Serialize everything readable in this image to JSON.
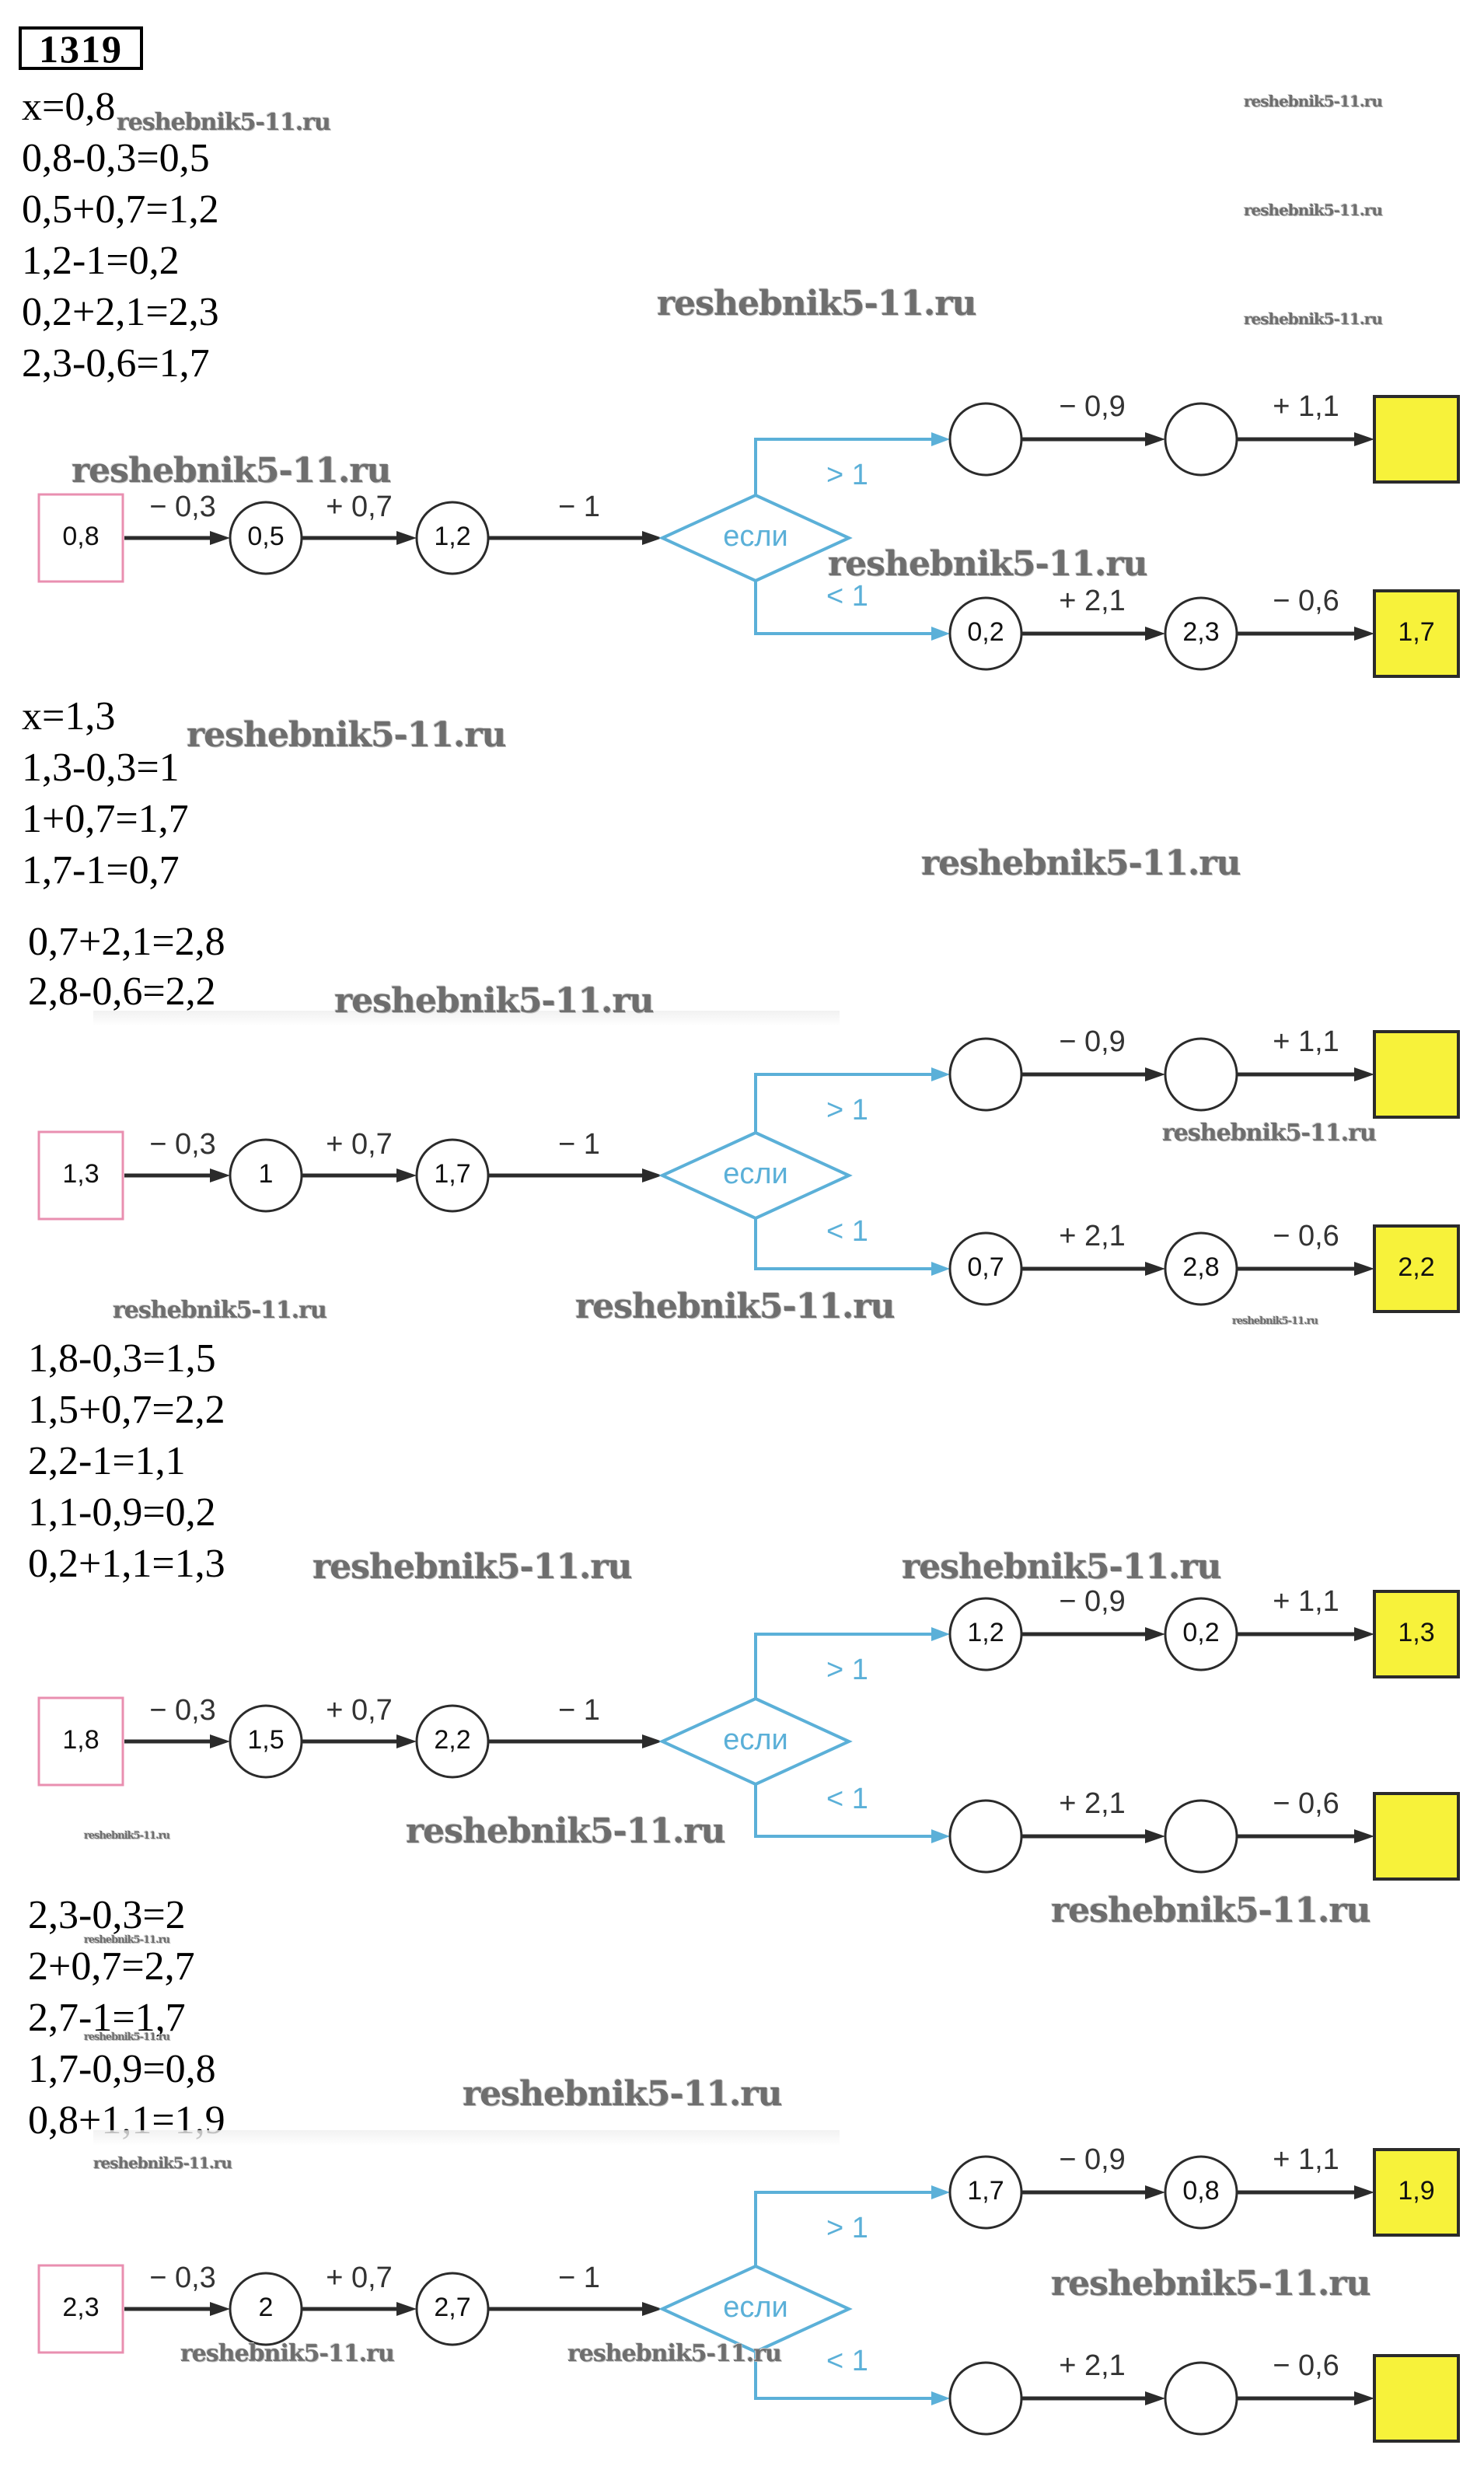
{
  "task_number": "1319",
  "watermark": "reshebnik5-11.ru",
  "colors": {
    "result_fill": "#f7f23a",
    "input_border": "#e98fb0",
    "branch_blue": "#5bb0d8",
    "text": "#000000"
  },
  "sections": [
    {
      "equations": [
        "x=0,8",
        "0,8-0,3=0,5",
        "0,5+0,7=1,2",
        "1,2-1=0,2",
        "0,2+2,1=2,3",
        "2,3-0,6=1,7"
      ],
      "diagram": {
        "input": "0,8",
        "ops_main": [
          "− 0,3",
          "+ 0,7",
          "− 1"
        ],
        "main_nodes": [
          "0,5",
          "1,2"
        ],
        "decision_label": "если",
        "upper_condition": "> 1",
        "lower_condition": "< 1",
        "upper_ops": [
          "− 0,9",
          "+ 1,1"
        ],
        "upper_nodes": [
          "",
          ""
        ],
        "upper_result": "",
        "lower_ops": [
          "+ 2,1",
          "− 0,6"
        ],
        "lower_nodes": [
          "0,2",
          "2,3"
        ],
        "lower_result": "1,7"
      }
    },
    {
      "equations": [
        "x=1,3",
        "1,3-0,3=1",
        "1+0,7=1,7",
        "1,7-1=0,7",
        "0,7+2,1=2,8",
        "2,8-0,6=2,2"
      ],
      "diagram": {
        "input": "1,3",
        "ops_main": [
          "− 0,3",
          "+ 0,7",
          "− 1"
        ],
        "main_nodes": [
          "1",
          "1,7"
        ],
        "decision_label": "если",
        "upper_condition": "> 1",
        "lower_condition": "< 1",
        "upper_ops": [
          "− 0,9",
          "+ 1,1"
        ],
        "upper_nodes": [
          "",
          ""
        ],
        "upper_result": "",
        "lower_ops": [
          "+ 2,1",
          "− 0,6"
        ],
        "lower_nodes": [
          "0,7",
          "2,8"
        ],
        "lower_result": "2,2"
      }
    },
    {
      "equations": [
        "1,8-0,3=1,5",
        "1,5+0,7=2,2",
        "2,2-1=1,1",
        "1,1-0,9=0,2",
        "0,2+1,1=1,3"
      ],
      "diagram": {
        "input": "1,8",
        "ops_main": [
          "− 0,3",
          "+ 0,7",
          "− 1"
        ],
        "main_nodes": [
          "1,5",
          "2,2"
        ],
        "decision_label": "если",
        "upper_condition": "> 1",
        "lower_condition": "< 1",
        "upper_ops": [
          "− 0,9",
          "+ 1,1"
        ],
        "upper_nodes": [
          "1,2",
          "0,2"
        ],
        "upper_result": "1,3",
        "lower_ops": [
          "+ 2,1",
          "− 0,6"
        ],
        "lower_nodes": [
          "",
          ""
        ],
        "lower_result": ""
      }
    },
    {
      "equations": [
        "2,3-0,3=2",
        "2+0,7=2,7",
        "2,7-1=1,7",
        "1,7-0,9=0,8",
        "0,8+1,1=1,9"
      ],
      "diagram": {
        "input": "2,3",
        "ops_main": [
          "− 0,3",
          "+ 0,7",
          "− 1"
        ],
        "main_nodes": [
          "2",
          "2,7"
        ],
        "decision_label": "если",
        "upper_condition": "> 1",
        "lower_condition": "< 1",
        "upper_ops": [
          "− 0,9",
          "+ 1,1"
        ],
        "upper_nodes": [
          "1,7",
          "0,8"
        ],
        "upper_result": "1,9",
        "lower_ops": [
          "+ 2,1",
          "− 0,6"
        ],
        "lower_nodes": [
          "",
          ""
        ],
        "lower_result": ""
      }
    }
  ]
}
